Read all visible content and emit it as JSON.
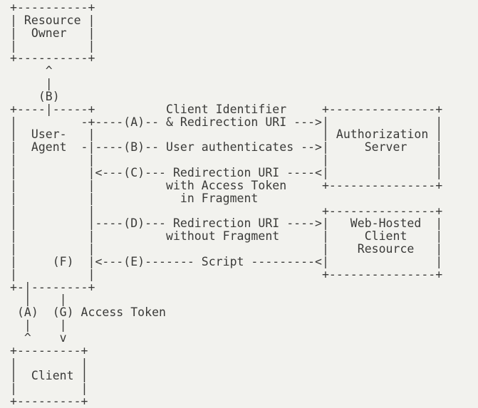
{
  "page": {
    "background_color": "#f2f2ee",
    "text_color": "#3a3a38"
  },
  "diagram": {
    "lines": [
      "+----------+",
      "| Resource |",
      "|  Owner   |",
      "|          |",
      "+----------+",
      "     ^",
      "     |",
      "    (B)",
      "+----|-----+          Client Identifier     +---------------+",
      "|         -+----(A)-- & Redirection URI --->|               |",
      "|  User-   |                                | Authorization |",
      "|  Agent  -|----(B)-- User authenticates -->|     Server    |",
      "|          |                                |               |",
      "|          |<---(C)--- Redirection URI ----<|               |",
      "|          |          with Access Token     +---------------+",
      "|          |            in Fragment",
      "|          |                                +---------------+",
      "|          |----(D)--- Redirection URI ---->|   Web-Hosted  |",
      "|          |          without Fragment      |     Client    |",
      "|          |                                |    Resource   |",
      "|     (F)  |<---(E)------- Script ---------<|               |",
      "|          |                                +---------------+",
      "+-|--------+",
      "  |    |",
      " (A)  (G) Access Token",
      "  |    |",
      "  ^    v",
      "+---------+",
      "|         |",
      "|  Client |",
      "|         |",
      "+---------+"
    ],
    "semantics": {
      "boxes": [
        "Resource Owner",
        "User- Agent",
        "Authorization Server",
        "Web-Hosted Client Resource",
        "Client"
      ],
      "steps": [
        {
          "id": "(A)",
          "label": "Client Identifier & Redirection URI"
        },
        {
          "id": "(B)",
          "label": "User authenticates"
        },
        {
          "id": "(C)",
          "label": "Redirection URI with Access Token in Fragment"
        },
        {
          "id": "(D)",
          "label": "Redirection URI without Fragment"
        },
        {
          "id": "(E)",
          "label": "Script"
        },
        {
          "id": "(F)",
          "label": ""
        },
        {
          "id": "(G)",
          "label": "Access Token"
        }
      ]
    }
  }
}
